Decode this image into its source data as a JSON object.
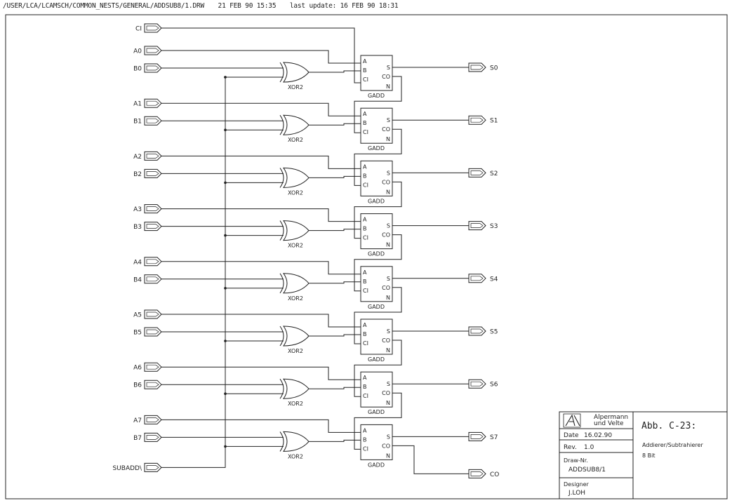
{
  "header": {
    "path": "/USER/LCA/LCAMSCH/COMMON_NESTS/GENERAL/ADDSUB8/1.DRW",
    "date": "21 FEB 90 15:35",
    "last_update": "last update: 16 FEB 90 18:31"
  },
  "inputs": {
    "ci": "CI",
    "subadd": "SUBADD\\",
    "a": [
      "A0",
      "A1",
      "A2",
      "A3",
      "A4",
      "A5",
      "A6",
      "A7"
    ],
    "b": [
      "B0",
      "B1",
      "B2",
      "B3",
      "B4",
      "B5",
      "B6",
      "B7"
    ]
  },
  "outputs": {
    "s": [
      "S0",
      "S1",
      "S2",
      "S3",
      "S4",
      "S5",
      "S6",
      "S7"
    ],
    "co": "CO"
  },
  "gates": {
    "xor_label": "XOR2",
    "adder_label": "GADD",
    "adder_pins": {
      "a": "A",
      "b": "B",
      "ci": "CI",
      "s": "S",
      "co": "CO",
      "n": "N"
    }
  },
  "title_block": {
    "company_line1": "Alpermann",
    "company_line2": "und Velte",
    "date_label": "Date",
    "date_value": "16.02.90",
    "rev_label": "Rev.",
    "rev_value": "1.0",
    "drawnr_label": "Draw-Nr.",
    "drawnr_value": "ADDSUB8/1",
    "designer_label": "Designer",
    "designer_value": "J.LOH",
    "figure_title": "Abb. C-23:",
    "desc_line1": "Addierer/Subtrahierer",
    "desc_line2": "8 Bit"
  }
}
